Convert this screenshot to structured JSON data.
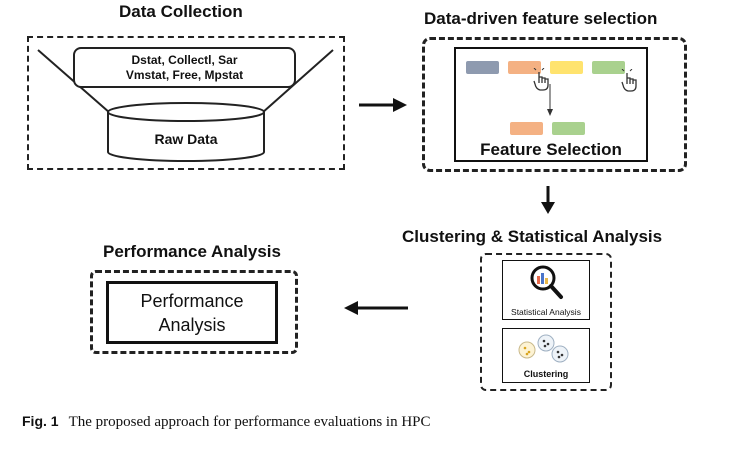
{
  "data_collection": {
    "title": "Data Collection",
    "sources_line1": "Dstat, Collectl, Sar",
    "sources_line2": "Vmstat, Free, Mpstat",
    "raw_data": "Raw Data"
  },
  "feature_selection": {
    "title": "Data-driven feature selection",
    "box_label": "Feature Selection",
    "colors": [
      "#8e9aaf",
      "#f4b183",
      "#ffe36e",
      "#a9d18e"
    ]
  },
  "clustering": {
    "title": "Clustering & Statistical Analysis",
    "stat_label": "Statistical Analysis",
    "cluster_label": "Clustering"
  },
  "performance": {
    "title": "Performance Analysis",
    "box_line1": "Performance",
    "box_line2": "Analysis"
  },
  "caption": {
    "label": "Fig. 1",
    "text": "The proposed approach for performance evaluations in HPC"
  }
}
